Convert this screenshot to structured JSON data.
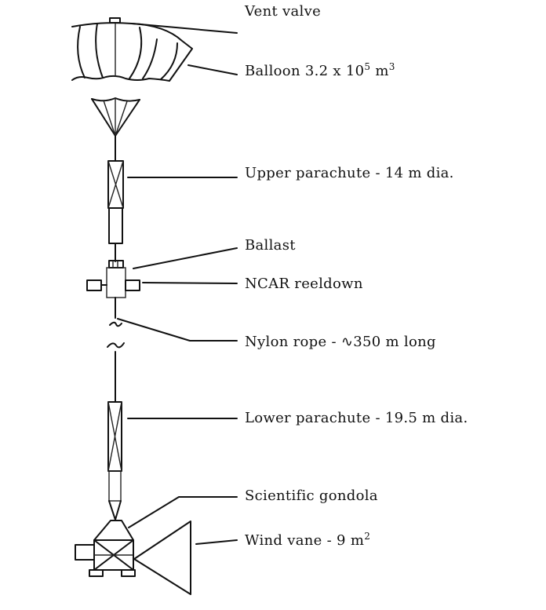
{
  "labels": {
    "vent_valve": "Vent valve",
    "balloon": "Balloon 3.2 x 10",
    "balloon_exp": "5",
    "balloon_unit": " m",
    "balloon_unit_exp": "3",
    "upper_parachute": "Upper parachute - 14 m dia.",
    "ballast": "Ballast",
    "reeldown": "NCAR reeldown",
    "nylon_rope": "Nylon rope - ∿350 m long",
    "lower_parachute": "Lower parachute - 19.5 m dia.",
    "gondola": "Scientific gondola",
    "wind_vane": "Wind vane - 9 m",
    "wind_vane_exp": "2"
  }
}
